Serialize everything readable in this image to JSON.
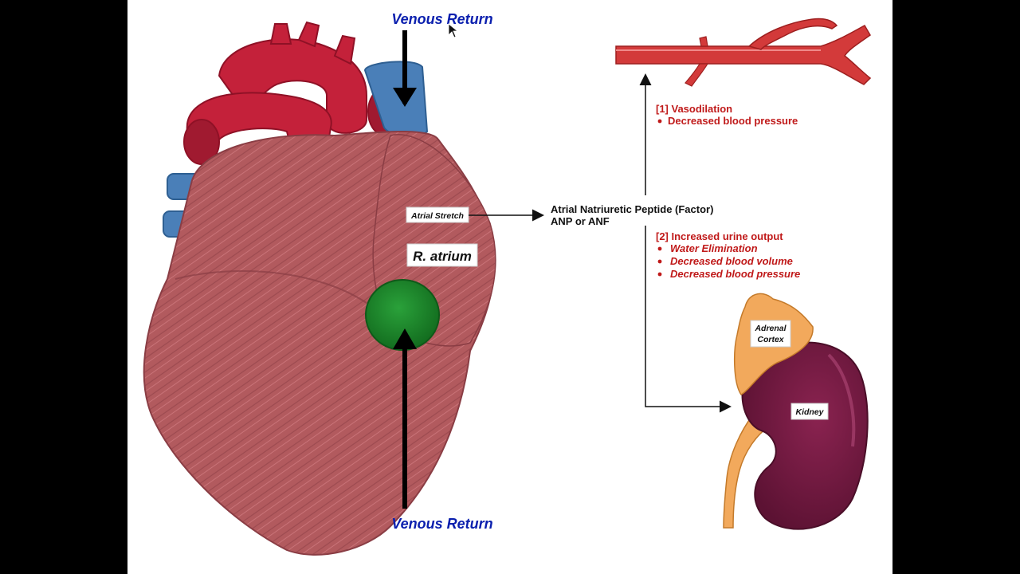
{
  "diagram": {
    "venous_return_top": "Venous Return",
    "venous_return_bottom": "Venous Return",
    "atrial_stretch": "Atrial Stretch",
    "r_atrium": "R. atrium",
    "anp_line1": "Atrial Natriuretic Peptide (Factor)",
    "anp_line2": "ANP or ANF",
    "effect1_title": "[1] Vasodilation",
    "effect1_items": [
      "Decreased blood pressure"
    ],
    "effect2_title": "[2] Increased urine output",
    "effect2_items": [
      "Water Elimination",
      "Decreased blood volume",
      "Decreased blood pressure"
    ],
    "adrenal_line1": "Adrenal",
    "adrenal_line2": "Cortex",
    "kidney": "Kidney",
    "colors": {
      "venous_label": "#0a1fae",
      "effect_text": "#c01a1a",
      "heart_muscle": "#b25a5e",
      "artery": "#c4213a",
      "vein": "#4a7fb8",
      "atrium_highlight": "#1f8f2e",
      "kidney": "#731840",
      "adrenal": "#f2a95c"
    }
  }
}
